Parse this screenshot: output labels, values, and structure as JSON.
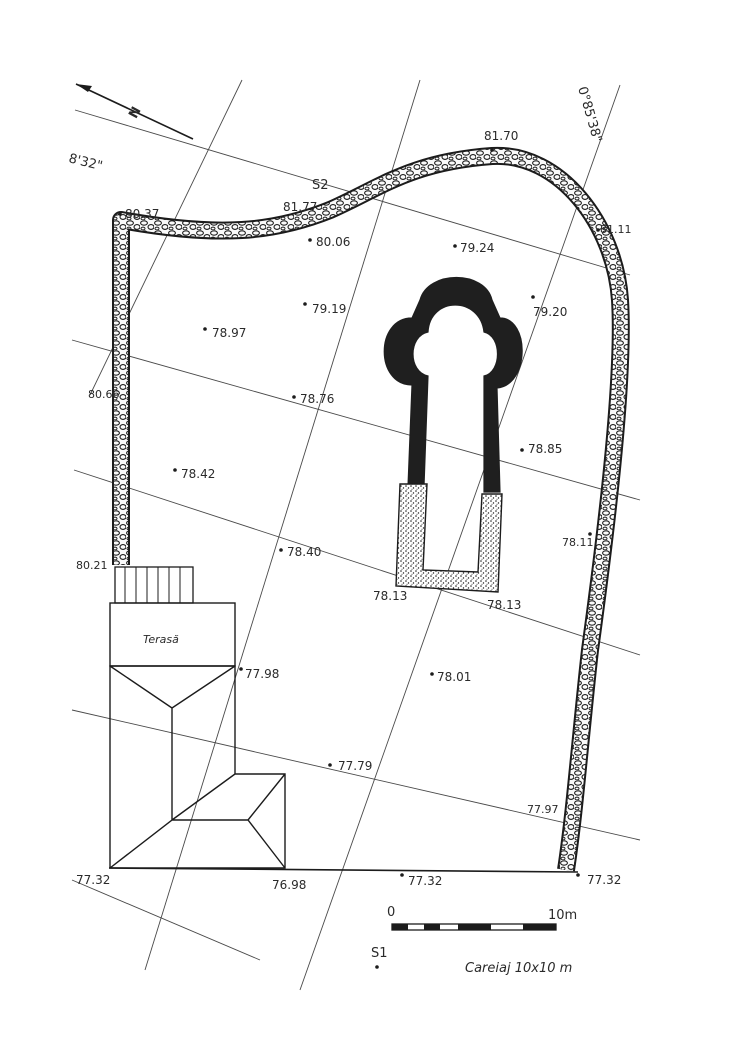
{
  "north_arrow": {
    "letter": "N"
  },
  "grid_bearings": {
    "left": "8'32\"",
    "right": "0°85'38\""
  },
  "section_marks": {
    "top": "S2",
    "bottom": "S1"
  },
  "elevations": [
    "80.37",
    "81.77",
    "80.06",
    "81.70",
    "79.24",
    "81.11",
    "79.19",
    "79.20",
    "78.97",
    "80.66",
    "78.76",
    "78.85",
    "78.42",
    "78.40",
    "78.11",
    "80.21",
    "78.13",
    "78.13",
    "77.98",
    "78.01",
    "77.79",
    "77.97",
    "77.32",
    "76.98",
    "77.32",
    "77.32"
  ],
  "terrace_label": "Terasă",
  "scale_bar": {
    "start": "0",
    "end": "10m"
  },
  "grid_note": "Careiaj 10x10 m"
}
